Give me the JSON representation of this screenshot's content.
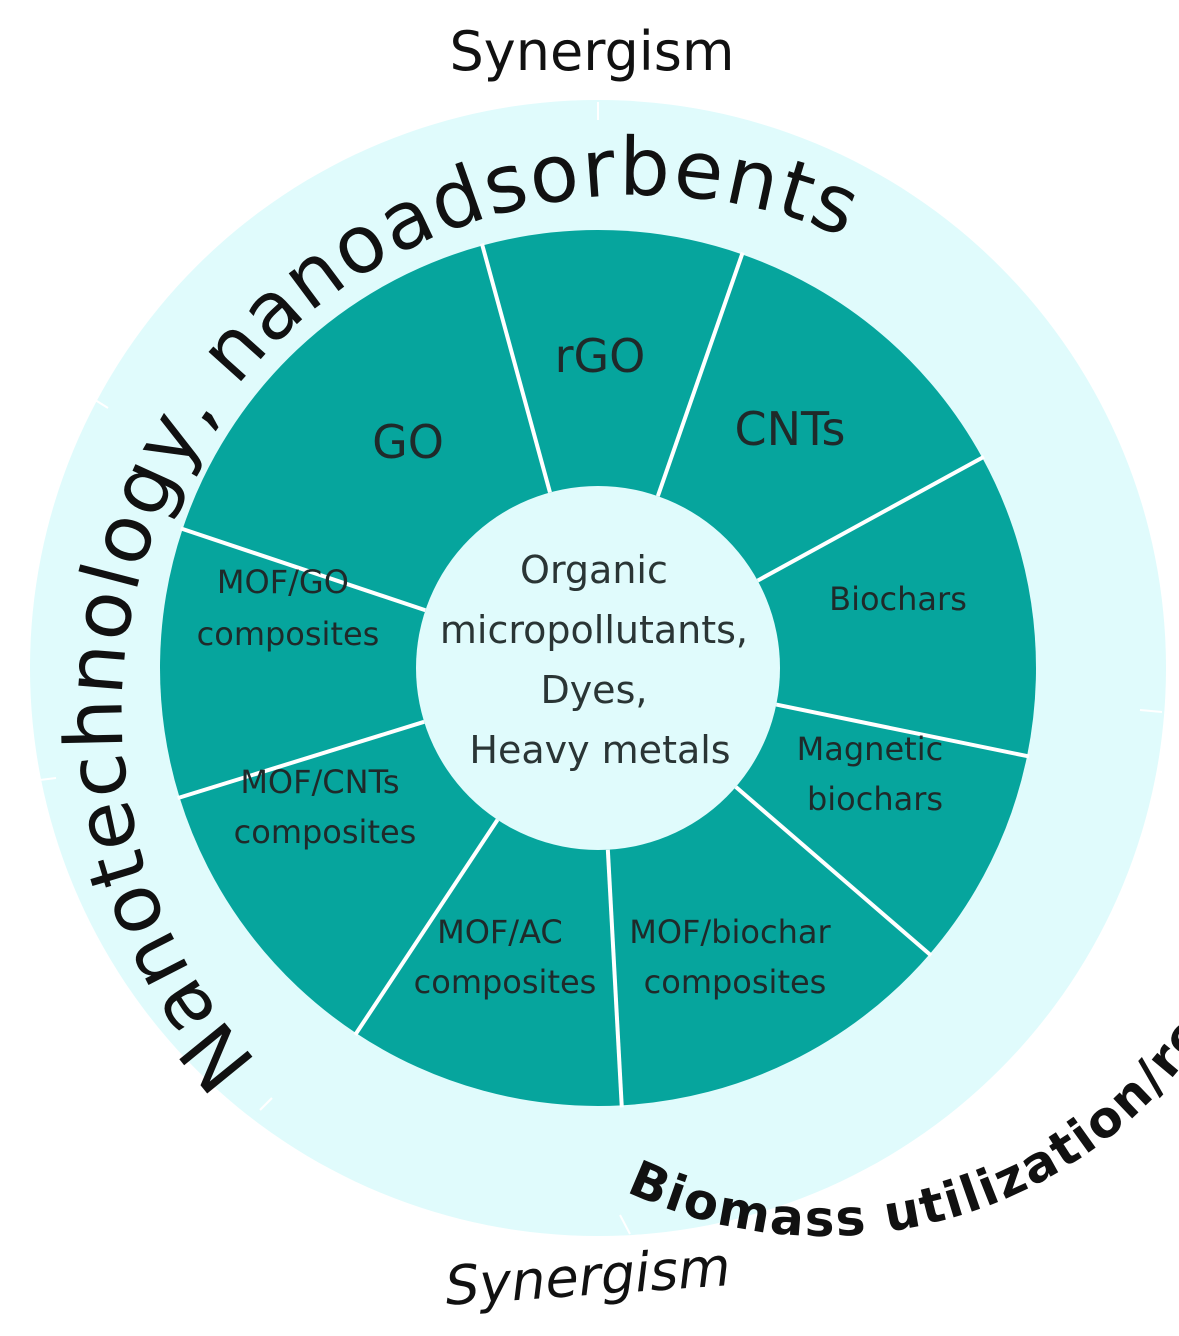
{
  "colors": {
    "background": "#ffffff",
    "outer_ring": "#e0fbfc",
    "segment_fill": "#06a59d",
    "inner_circle": "#e0fbfc",
    "divider": "#ffffff",
    "text": "#1f2a2a"
  },
  "top_label": "Synergism",
  "bottom_label": "Synergism",
  "ring_labels": {
    "nanotechnology": "Nanotechnology, nanoadsorbents",
    "biomass": "Biomass utilization/recycling"
  },
  "center": {
    "lines": [
      "Organic",
      "micropollutants,",
      "Dyes,",
      "Heavy metals"
    ]
  },
  "segments": [
    {
      "lines": [
        "rGO"
      ]
    },
    {
      "lines": [
        "CNTs"
      ]
    },
    {
      "lines": [
        "Biochars"
      ]
    },
    {
      "lines": [
        "Magnetic",
        "biochars"
      ]
    },
    {
      "lines": [
        "MOF/biochar",
        "composites"
      ]
    },
    {
      "lines": [
        "MOF/AC",
        "composites"
      ]
    },
    {
      "lines": [
        "MOF/CNTs",
        "composites"
      ]
    },
    {
      "lines": [
        "MOF/GO",
        "composites"
      ]
    },
    {
      "lines": [
        "GO"
      ]
    }
  ]
}
